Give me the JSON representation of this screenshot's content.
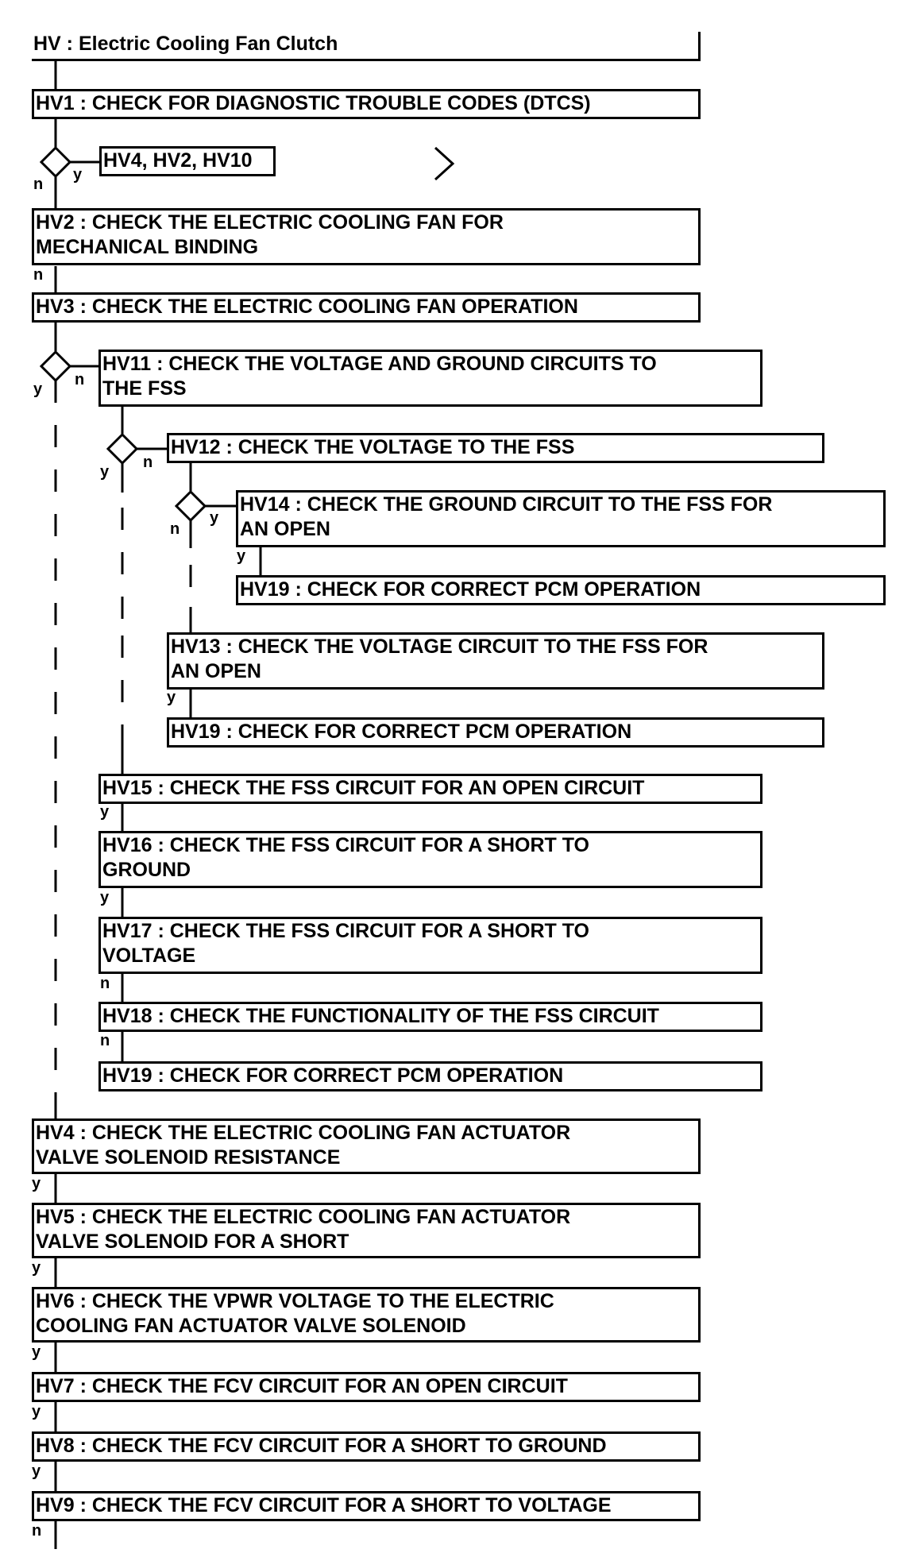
{
  "title": "HV : Electric Cooling Fan Clutch",
  "steps": {
    "hv1": "HV1 : CHECK FOR DIAGNOSTIC TROUBLE CODES (DTCS)",
    "hv1_yes": "HV4, HV2, HV10",
    "hv2": "HV2 : CHECK THE ELECTRIC COOLING FAN FOR\nMECHANICAL BINDING",
    "hv3": "HV3 : CHECK THE ELECTRIC COOLING FAN OPERATION",
    "hv11": "HV11 : CHECK THE VOLTAGE AND GROUND CIRCUITS TO\nTHE FSS",
    "hv12": "HV12 : CHECK THE VOLTAGE TO THE FSS",
    "hv14": "HV14 : CHECK THE GROUND CIRCUIT TO THE FSS FOR\nAN OPEN",
    "hv19_a": "HV19 : CHECK FOR CORRECT PCM OPERATION",
    "hv13": "HV13 : CHECK THE VOLTAGE CIRCUIT TO THE FSS FOR\nAN OPEN",
    "hv19_b": "HV19 : CHECK FOR CORRECT PCM OPERATION",
    "hv15": "HV15 : CHECK THE FSS CIRCUIT FOR AN OPEN CIRCUIT",
    "hv16": "HV16 : CHECK THE FSS CIRCUIT FOR A SHORT TO\nGROUND",
    "hv17": "HV17 : CHECK THE FSS CIRCUIT FOR A SHORT TO\nVOLTAGE",
    "hv18": "HV18 : CHECK THE FUNCTIONALITY OF THE FSS CIRCUIT",
    "hv19_c": "HV19 : CHECK FOR CORRECT PCM OPERATION",
    "hv4": "HV4 : CHECK THE ELECTRIC COOLING FAN ACTUATOR\nVALVE SOLENOID RESISTANCE",
    "hv5": "HV5 : CHECK THE ELECTRIC COOLING FAN ACTUATOR\nVALVE SOLENOID FOR A SHORT",
    "hv6": "HV6 : CHECK THE VPWR VOLTAGE TO THE ELECTRIC\nCOOLING FAN ACTUATOR VALVE SOLENOID",
    "hv7": "HV7 : CHECK THE FCV CIRCUIT FOR AN OPEN CIRCUIT",
    "hv8": "HV8 : CHECK THE FCV CIRCUIT FOR A SHORT TO GROUND",
    "hv9": "HV9 : CHECK THE FCV CIRCUIT FOR A SHORT TO VOLTAGE"
  },
  "labels": {
    "yes": "y",
    "no": "n"
  }
}
